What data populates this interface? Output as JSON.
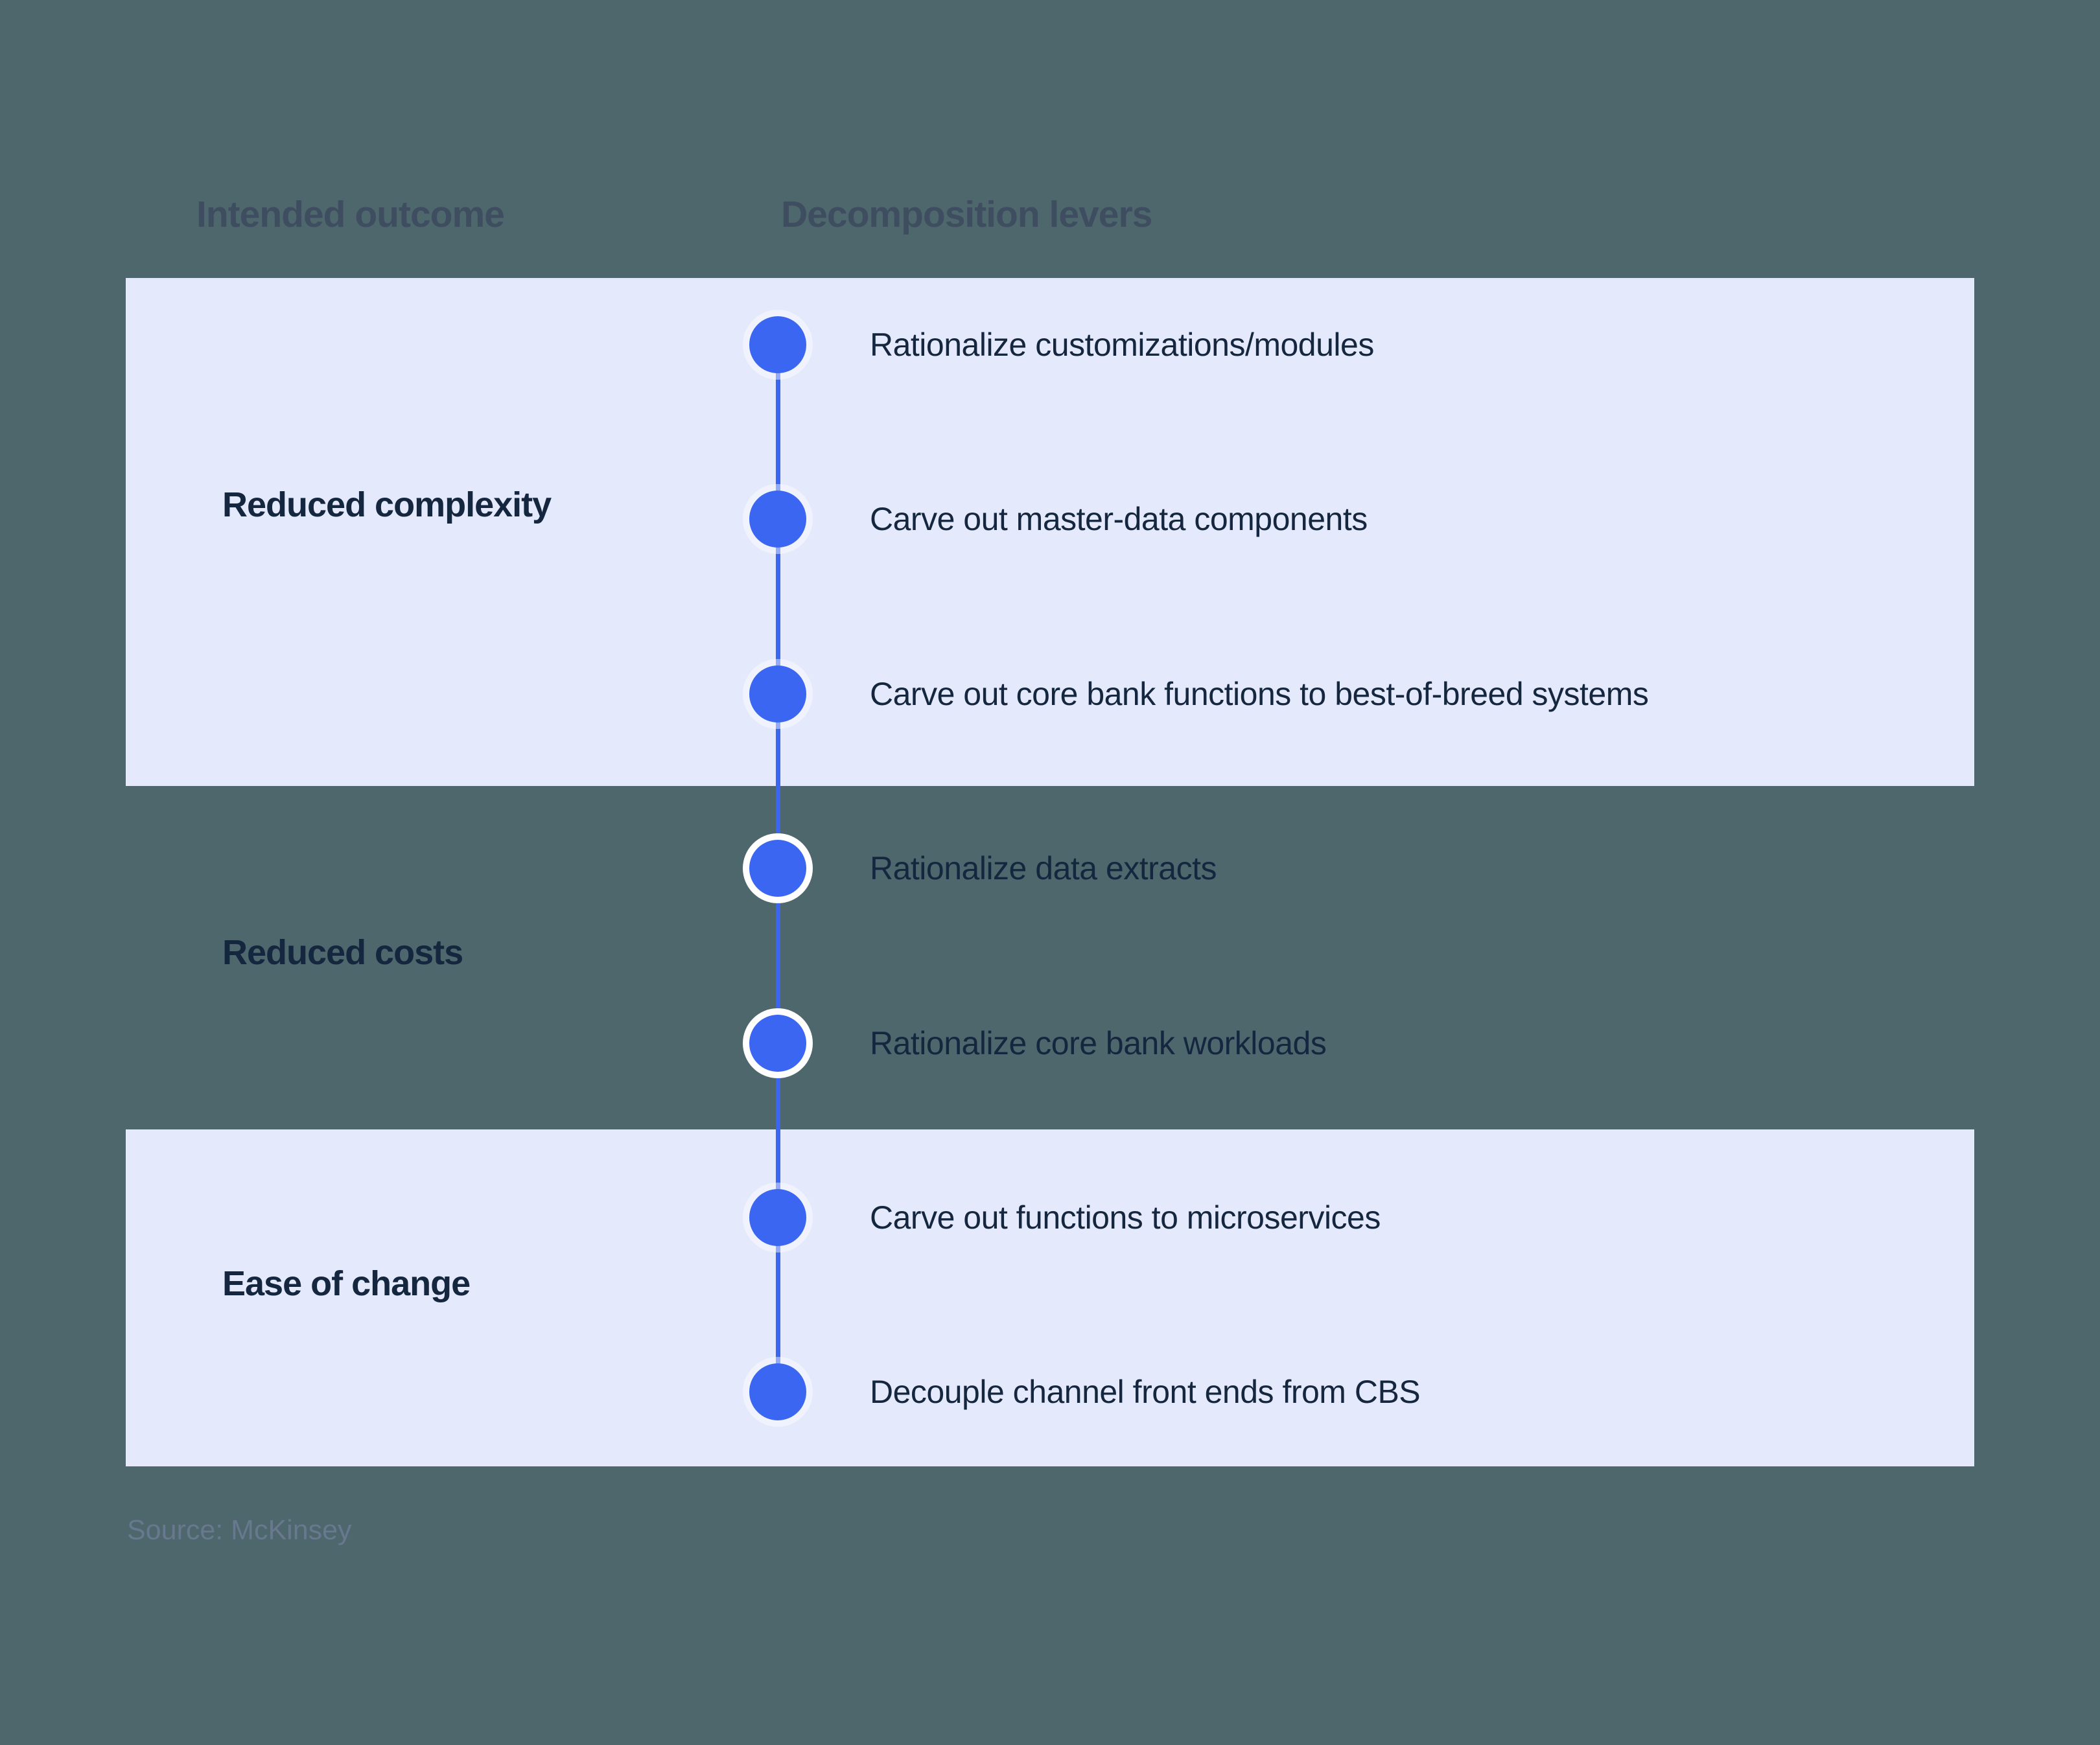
{
  "colors": {
    "background": "#4d676d",
    "panel": "#e4e9fc",
    "accent_blue": "#3b66f2",
    "text_dark": "#15263f",
    "header_muted": "#3f4d60",
    "source_muted": "#68788e",
    "dot_ring": "#ffffff"
  },
  "headers": {
    "outcome": "Intended outcome",
    "levers": "Decomposition levers"
  },
  "groups": [
    {
      "outcome": "Reduced complexity",
      "highlighted_panel": true,
      "levers": [
        "Rationalize customizations/modules",
        "Carve out master-data components",
        "Carve out core bank functions to best-of-breed systems"
      ]
    },
    {
      "outcome": "Reduced costs",
      "highlighted_panel": false,
      "levers": [
        "Rationalize data extracts",
        "Rationalize core bank workloads"
      ]
    },
    {
      "outcome": "Ease of change",
      "highlighted_panel": true,
      "levers": [
        "Carve out functions to microservices",
        "Decouple channel front ends from CBS"
      ]
    }
  ],
  "source": "Source: McKinsey"
}
